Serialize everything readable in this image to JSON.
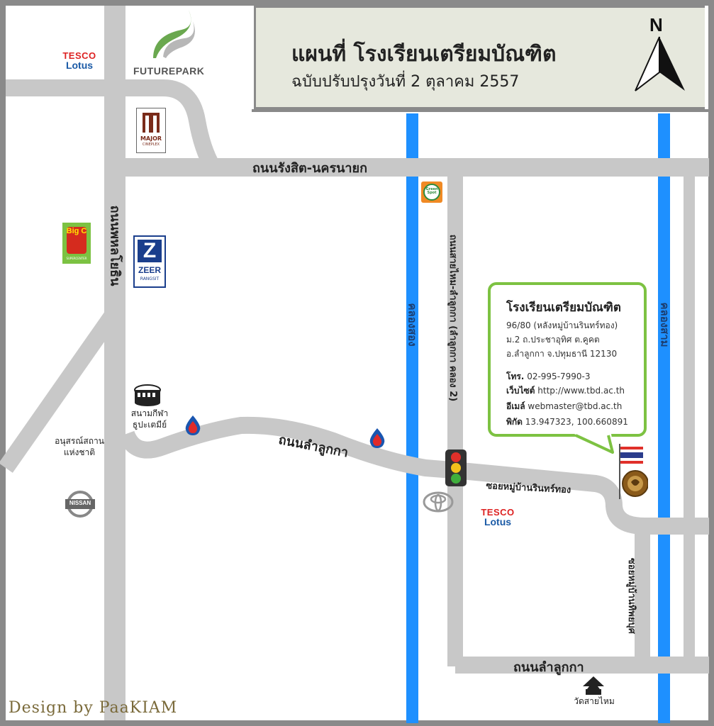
{
  "header": {
    "title": "แผนที่ โรงเรียนเตรียมบัณฑิต",
    "subtitle": "ฉบับปรับปรุงวันที่ 2 ตุลาคม 2557",
    "north_label": "N"
  },
  "roads": {
    "rangsit_nakhonnayok": "ถนนรังสิต-นครนายก",
    "phahonyothin": "ถนนพหลโยธิน",
    "lamlukka_main": "ถนนลำลูกกา",
    "lamlukka_bottom": "ถนนลำลูกกา",
    "sai_mai_lamlukka": "ถนนสายไหม-ลำลูกกา (ลำลูกกา คลอง 2)",
    "soi_rinthong": "ซอยหมู่บ้านรินทร์ทอง",
    "soi_thipphaya": "ซอยหมู่บ้านทิพยบุศ"
  },
  "canals": {
    "khlong_song": "คลองสอง",
    "khlong_sam": "คลองสาม"
  },
  "landmarks": {
    "tesco_left": {
      "brand": "TESCO",
      "sub": "Lotus"
    },
    "tesco_right": {
      "brand": "TESCO",
      "sub": "Lotus"
    },
    "future_park": "FUTUREPARK",
    "major": {
      "name": "MAJOR",
      "sub": "CINEPLEX"
    },
    "big_c": {
      "name": "Big C",
      "sub": "SUPERCENTER"
    },
    "zeer": {
      "name": "ZEER",
      "sub": "RANGSIT"
    },
    "green_spot": "Green Spot",
    "stadium": "สนามกีฬา\nธูปะเตมีย์",
    "monument": "อนุสรณ์สถาน\nแห่งชาติ",
    "nissan": "NISSAN",
    "temple": "วัดสายไหม"
  },
  "info_box": {
    "name": "โรงเรียนเตรียมบัณฑิต",
    "address_1": "96/80 (หลังหมู่บ้านรินทร์ทอง)",
    "address_2": "ม.2 ถ.ประชาอุทิศ ต.คูคต",
    "address_3": "อ.ลำลูกกา จ.ปทุมธานี 12130",
    "phone_label": "โทร.",
    "phone": "02-995-7990-3",
    "website_label": "เว็บไซต์",
    "website": "http://www.tbd.ac.th",
    "email_label": "อีเมล์",
    "email": "webmaster@tbd.ac.th",
    "coords_label": "พิกัด",
    "coords": "13.947323, 100.660891"
  },
  "credit": "Design by PaaKIAM",
  "colors": {
    "road": "#c8c8c8",
    "canal": "#1e90ff",
    "frame": "#8a8a8a",
    "info_border": "#7dc242",
    "title_bg": "#e6e8dd"
  }
}
